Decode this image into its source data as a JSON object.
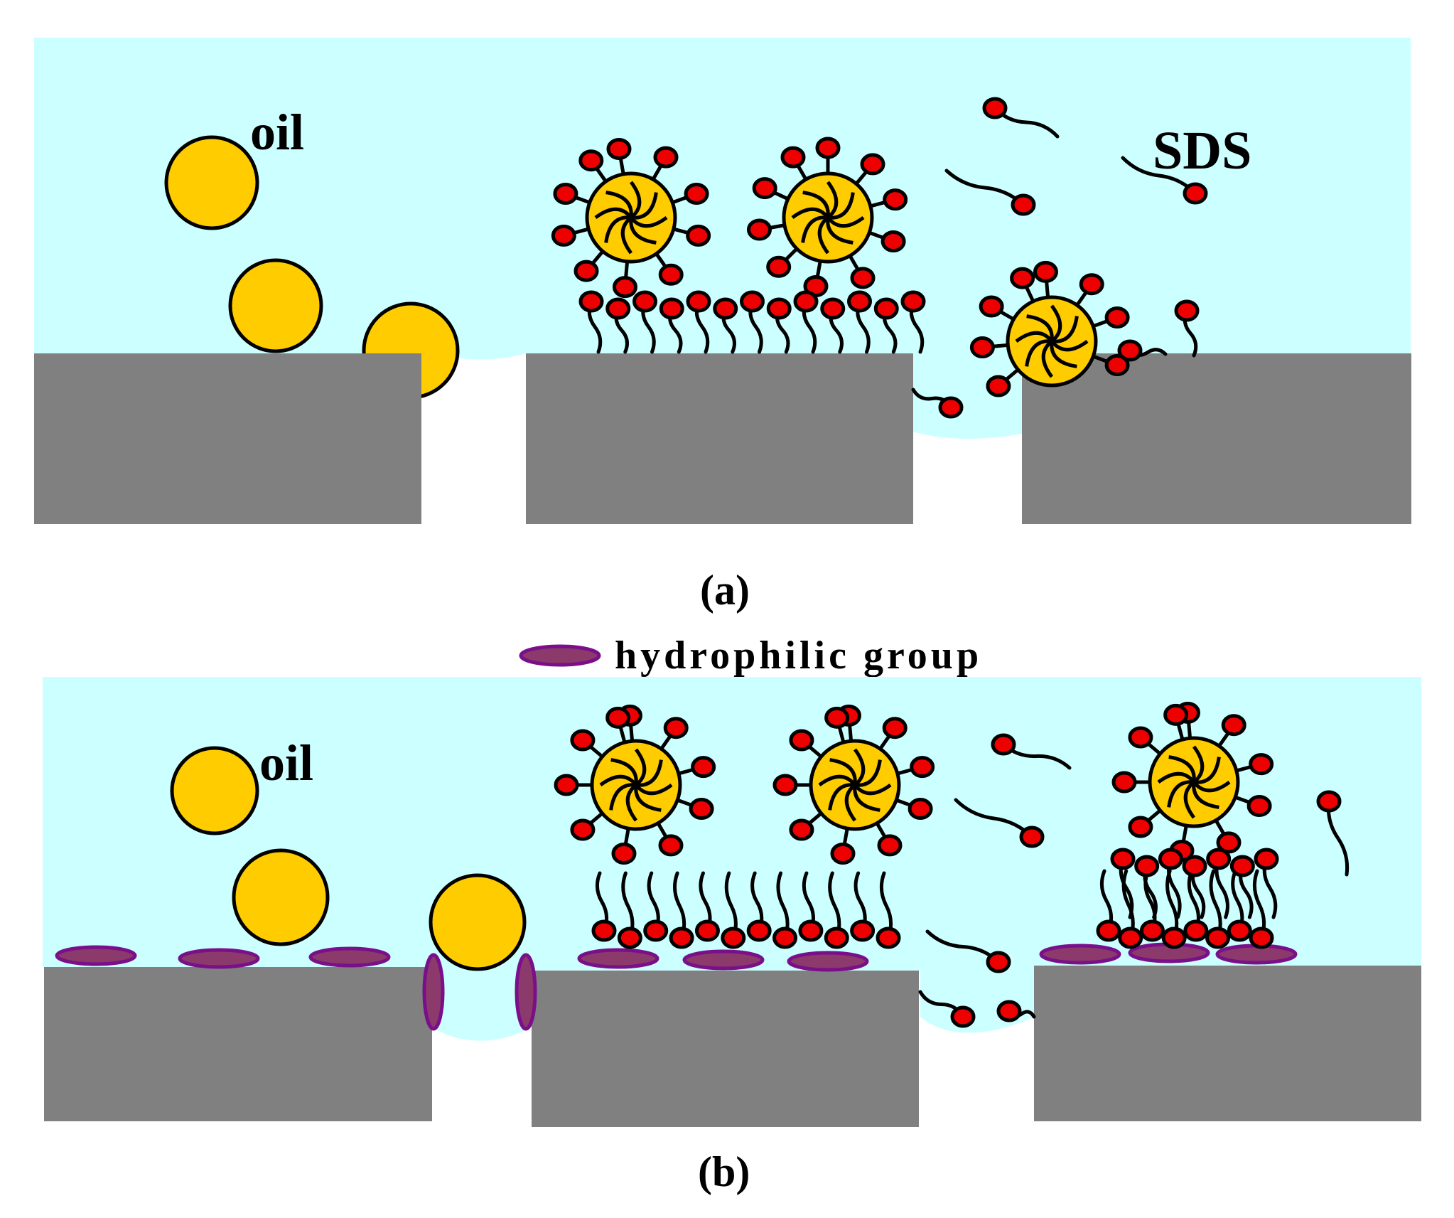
{
  "colors": {
    "water": "#ccffff",
    "oil": "#ffcc00",
    "substrate": "#808080",
    "surfactant_head": "#ee0000",
    "hydrophilic_group": "#8b3a6b",
    "hydrophilic_group_edge": "#7a0f8a",
    "outline": "#000000"
  },
  "panel_a": {
    "oil_label": "oil",
    "sds_label": "SDS",
    "caption": "(a)"
  },
  "legend": {
    "icon": "hydrophilic-group-ellipse-icon",
    "label": "hydrophilic group"
  },
  "panel_b": {
    "oil_label": "oil",
    "caption": "(b)"
  }
}
